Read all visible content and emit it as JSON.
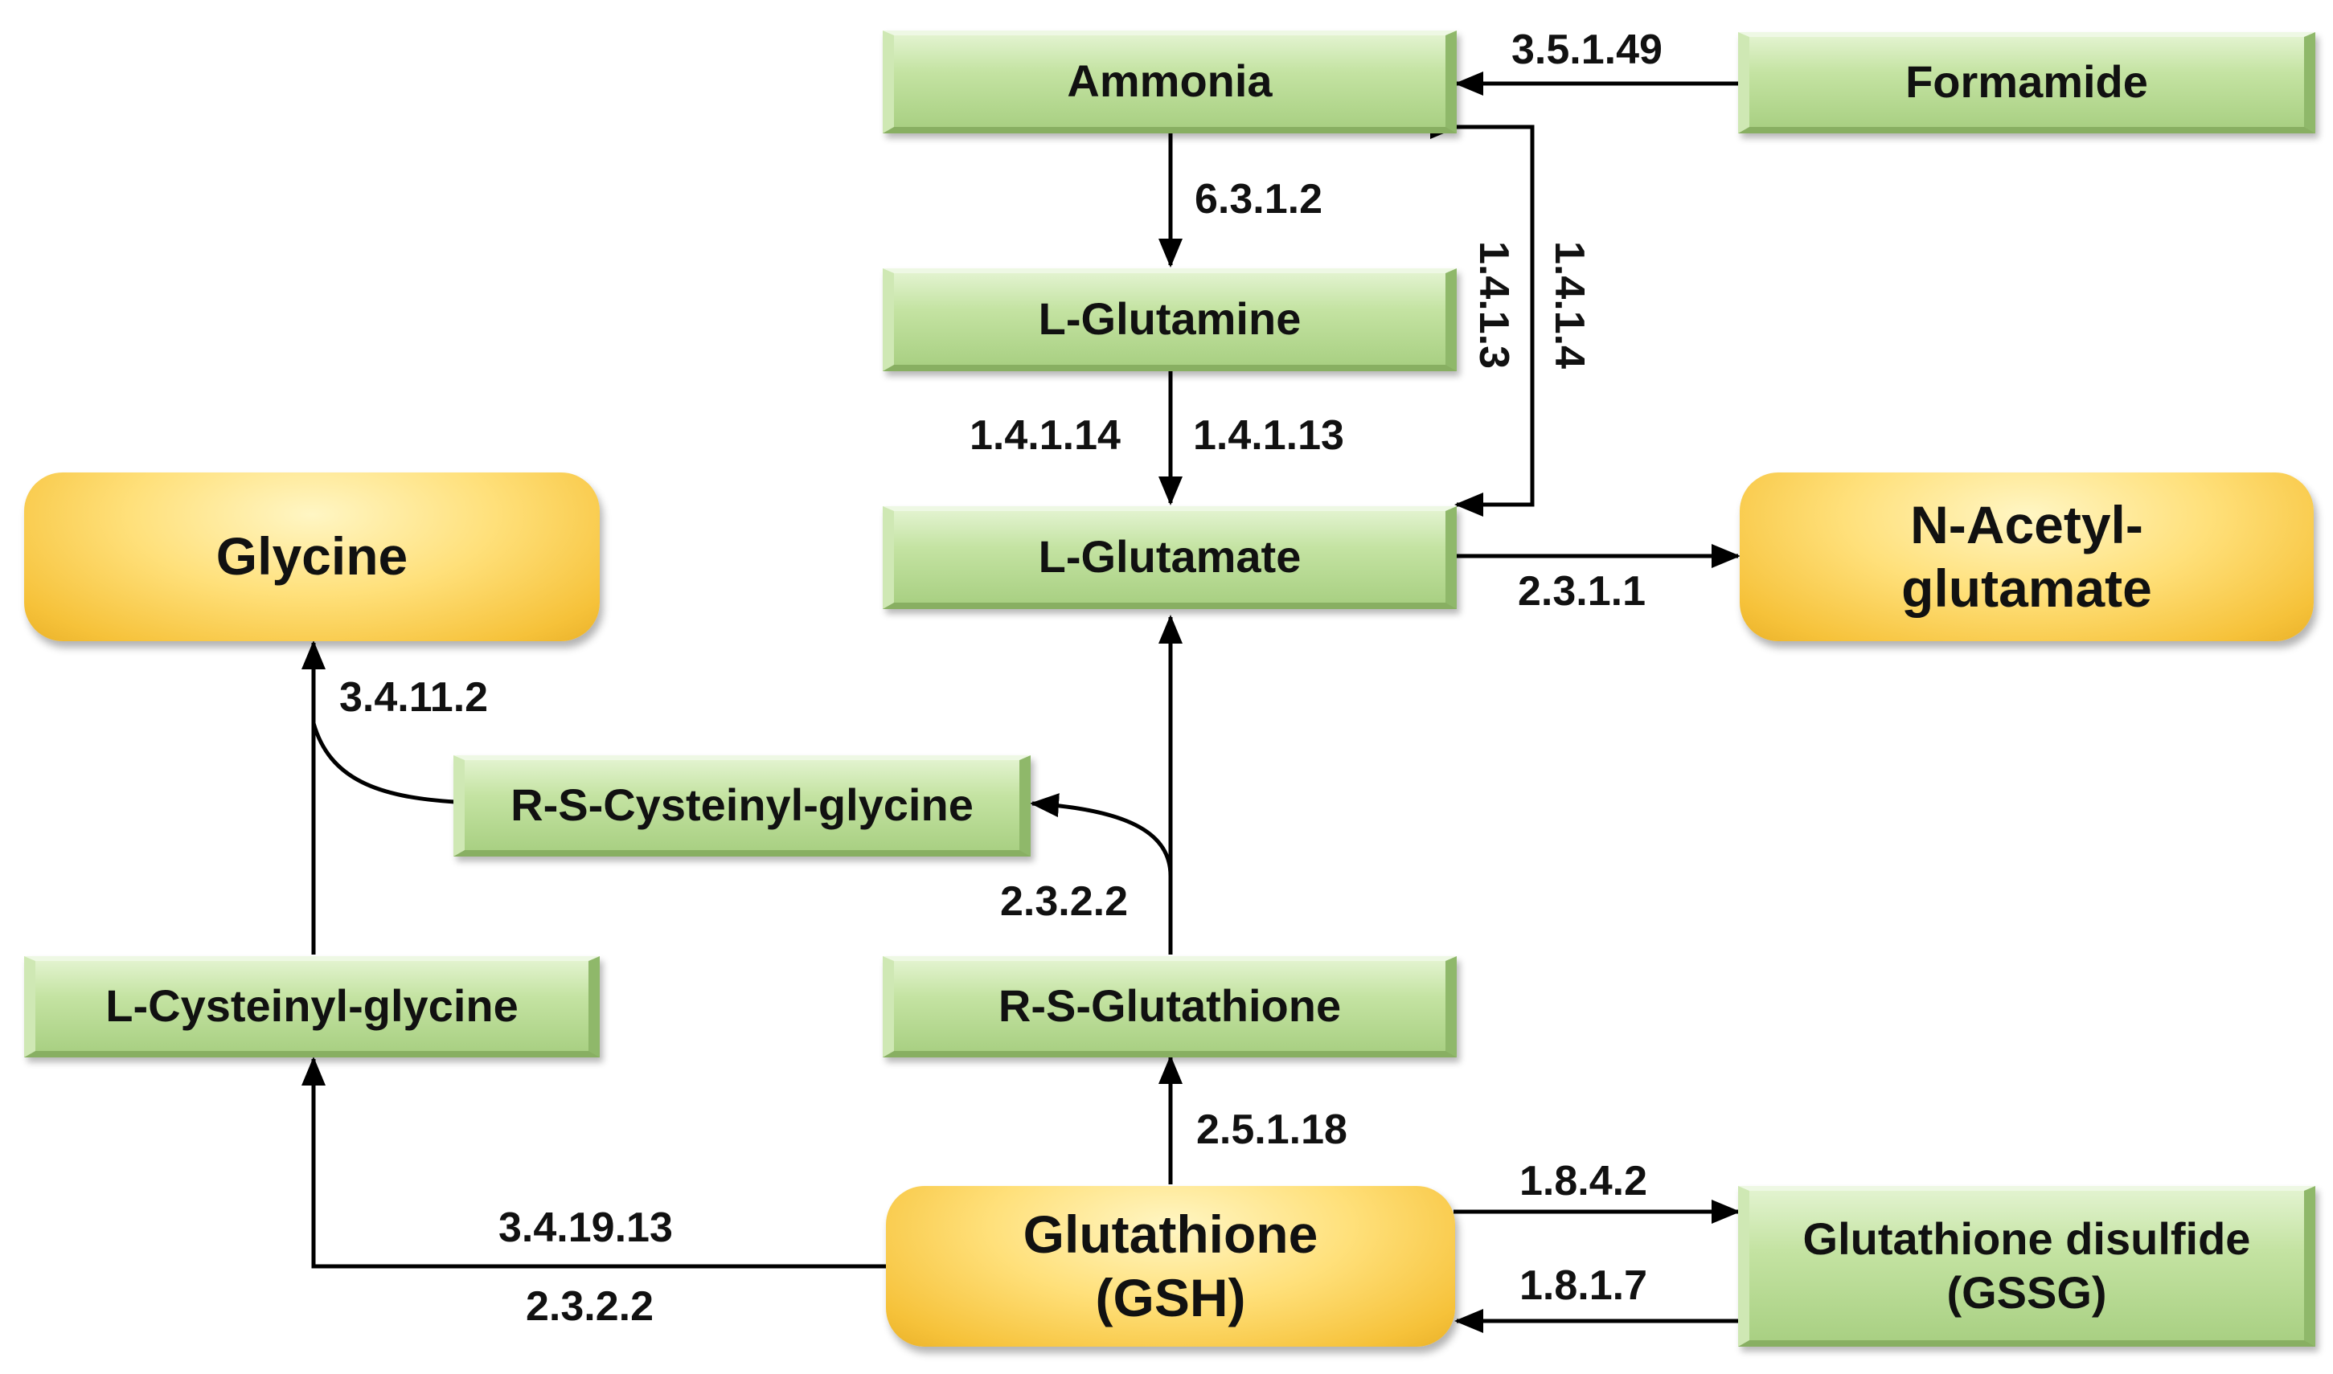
{
  "nodes": {
    "ammonia": "Ammonia",
    "formamide": "Formamide",
    "l_glutamine": "L-Glutamine",
    "l_glutamate": "L-Glutamate",
    "glycine": "Glycine",
    "n_acetyl_glutamate_line1": "N-Acetyl-",
    "n_acetyl_glutamate_line2": "glutamate",
    "r_s_cysteinyl_glycine": "R-S-Cysteinyl-glycine",
    "l_cysteinyl_glycine": "L-Cysteinyl-glycine",
    "r_s_glutathione": "R-S-Glutathione",
    "glutathione_line1": "Glutathione",
    "glutathione_line2": "(GSH)",
    "gssg_line1": "Glutathione disulfide",
    "gssg_line2": "(GSSG)"
  },
  "enzymes": {
    "formamide_to_ammonia": "3.5.1.49",
    "ammonia_to_glutamine": "6.3.1.2",
    "glutamate_ammonia_a": "1.4.1.3",
    "glutamate_ammonia_b": "1.4.1.4",
    "glutamine_to_glutamate_a": "1.4.1.14",
    "glutamine_to_glutamate_b": "1.4.1.13",
    "glutamate_to_nag": "2.3.1.1",
    "cysgly_to_glycine": "3.4.11.2",
    "rsg_to_rscysgly": "2.3.2.2",
    "gsh_to_rsg": "2.5.1.18",
    "gsh_to_lcysgly_a": "3.4.19.13",
    "gsh_to_lcysgly_b": "2.3.2.2",
    "gsh_to_gssg": "1.8.4.2",
    "gssg_to_gsh": "1.8.1.7"
  }
}
